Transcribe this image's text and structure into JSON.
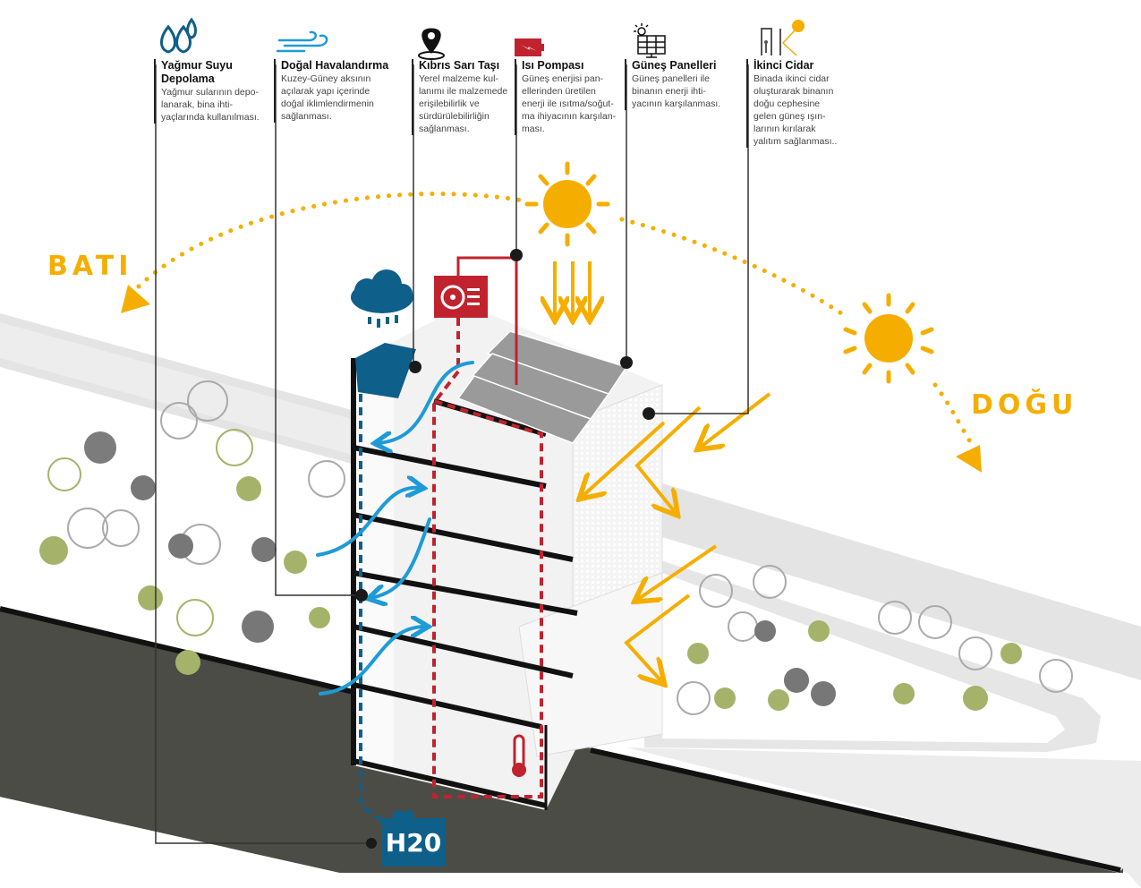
{
  "callouts": [
    {
      "id": "rainwater",
      "title": "Yağmur Suyu Depolama",
      "desc": "Yağmur sularının depo-\nlanarak, bina ihti-\nyaçlarında kullanılması.",
      "icon": "water-drops-icon"
    },
    {
      "id": "ventilation",
      "title": "Doğal Havalandırma",
      "desc": "Kuzey-Güney aksının\naçılarak yapı içerinde\ndoğal iklimlendirmenin\nsağlanması.",
      "icon": "wind-icon"
    },
    {
      "id": "stone",
      "title": "Kıbrıs Sarı Taşı",
      "desc": "Yerel malzeme kul-\nlanımı ile malzemede\nerişilebilirlik ve\nsürdürülebilirliğin\nsağlanması.",
      "icon": "location-pin-icon"
    },
    {
      "id": "heatpump",
      "title": "Isı Pompası",
      "desc": "Güneş enerjisi pan-\nellerinden üretilen\nenerji ile ısıtma/soğut-\nma ihiyacının karşılan-\nması.",
      "icon": "battery-bolt-icon"
    },
    {
      "id": "solar",
      "title": "Güneş Panelleri",
      "desc": "Güneş panelleri ile\nbinanın enerji ihti-\nyacının karşılanması.",
      "icon": "solar-panel-icon"
    },
    {
      "id": "facade",
      "title": "İkinci Cidar",
      "desc": "Binada ikinci cidar\noluşturarak binanın\ndoğu cephesine\ngelen güneş ışın-\nlarının kırılarak\nyalıtım sağlanması..",
      "icon": "double-facade-icon"
    }
  ],
  "compass": {
    "west": "BATI",
    "east": "DOĞU"
  },
  "tank": {
    "label": "H20"
  },
  "colors": {
    "sun": "#F5AE00",
    "water": "#0E5F8A",
    "air": "#1E9BD7",
    "heat": "#C0232E",
    "ground": "#4B4C45",
    "road": "#E6E6E6"
  }
}
